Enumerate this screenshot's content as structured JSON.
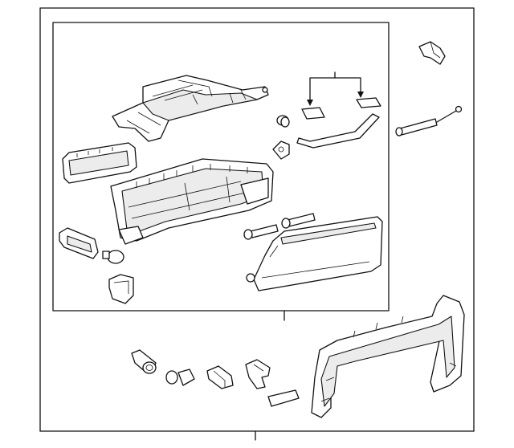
{
  "diagram": {
    "title": "",
    "callouts": [],
    "parts": [
      "upper-bracket",
      "glove-box-housing",
      "trim-panel",
      "damper",
      "lock-cylinder",
      "bumper-stop",
      "clip",
      "striker",
      "pin-bolt-1",
      "pin-bolt-2",
      "glove-box-door",
      "door-bumper",
      "retainer",
      "trim-strip",
      "labels",
      "clip-top-right",
      "gas-strut",
      "instrument-panel-trim",
      "bolt-large",
      "bushing",
      "clip-a",
      "clip-b",
      "pad"
    ]
  }
}
